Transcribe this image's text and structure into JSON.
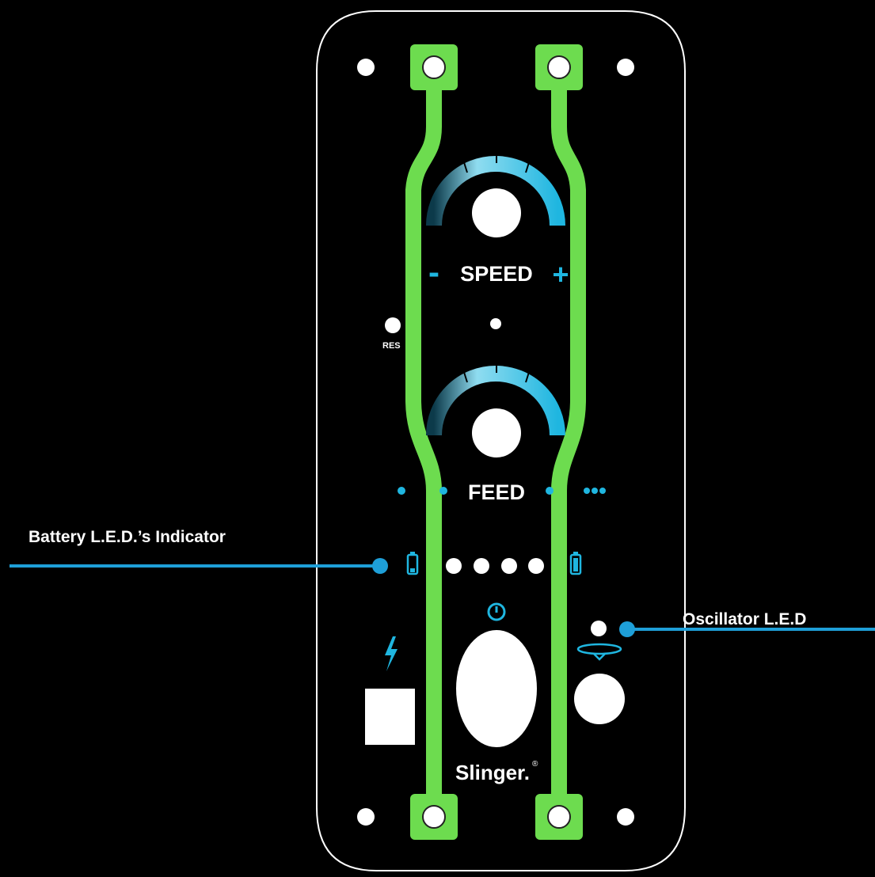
{
  "labels": {
    "battery": "Battery L.E.D.’s Indicator",
    "oscillator": "Oscillator L.E.D"
  },
  "panel": {
    "speed_text": "SPEED",
    "feed_text": "FEED",
    "minus": "-",
    "plus": "+",
    "reset_text": "RES",
    "brand": "Slinger.",
    "registered": "®"
  },
  "indicators": {
    "battery_leds_lit": 4
  },
  "colors": {
    "background": "#000000",
    "rail": "#6ddc4f",
    "accent": "#1fb6e0",
    "accent_light": "#8fdcf0",
    "leader": "#1e9fd8",
    "white": "#ffffff"
  },
  "icons": [
    "power-icon",
    "lightning-icon",
    "oscillation-icon",
    "battery-low-icon",
    "battery-full-icon"
  ]
}
